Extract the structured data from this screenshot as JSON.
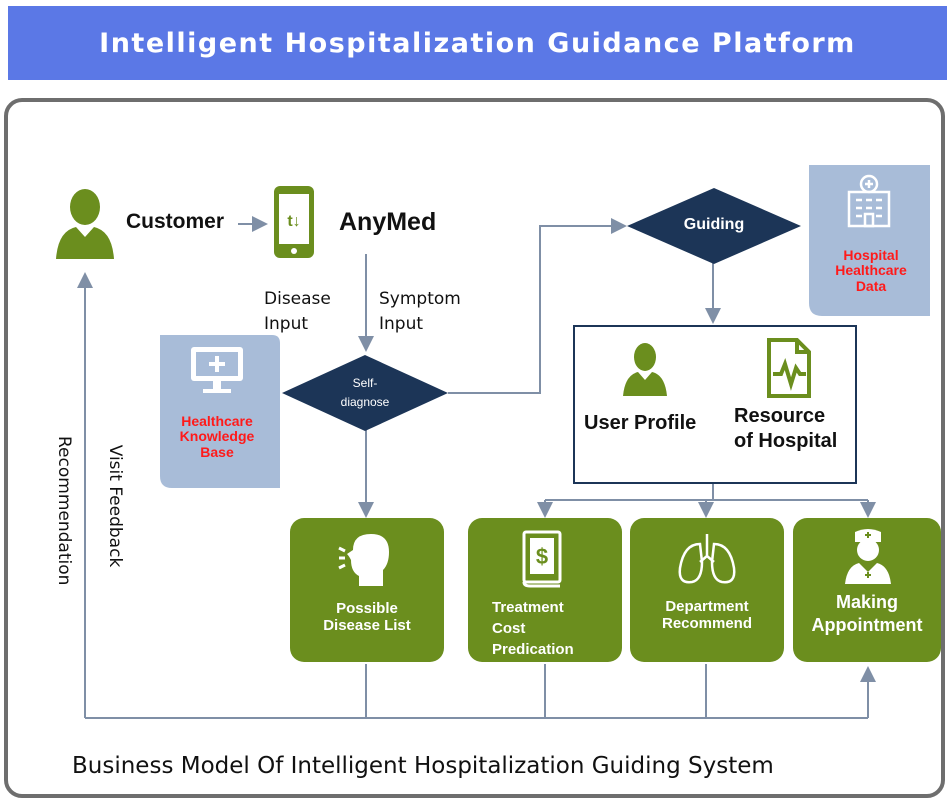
{
  "header": {
    "title": "Intelligent Hospitalization Guidance Platform"
  },
  "nodes": {
    "customer": "Customer",
    "anymed": "AnyMed",
    "disease_input": [
      "Disease",
      "Input"
    ],
    "symptom_input": [
      "Symptom",
      "Input"
    ],
    "self_diagnose": [
      "Self-",
      "diagnose"
    ],
    "guiding": "Guiding",
    "knowledge_base": [
      "Healthcare",
      "Knowledge",
      "Base"
    ],
    "hospital_data": [
      "Hospital",
      "Healthcare",
      "Data"
    ],
    "user_profile": "User Profile",
    "resource_of_hospital": [
      "Resource",
      "of Hospital"
    ],
    "possible_disease_list": [
      "Possible",
      "Disease List"
    ],
    "treatment_cost": [
      "Treatment",
      "Cost",
      "Predication"
    ],
    "department_recommend": [
      "Department",
      "Recommend"
    ],
    "making_appointment": [
      "Making",
      "Appointment"
    ]
  },
  "side_labels": {
    "recommendation": "Recommendation",
    "visit_feedback": "Visit Feedback"
  },
  "caption": "Business Model Of Intelligent Hospitalization Guiding System",
  "colors": {
    "header": "#5b78e6",
    "green": "#6b8e1e",
    "navy": "#1c3557",
    "light_blue": "#a8bcd8",
    "red_text": "#ff1a1a"
  }
}
